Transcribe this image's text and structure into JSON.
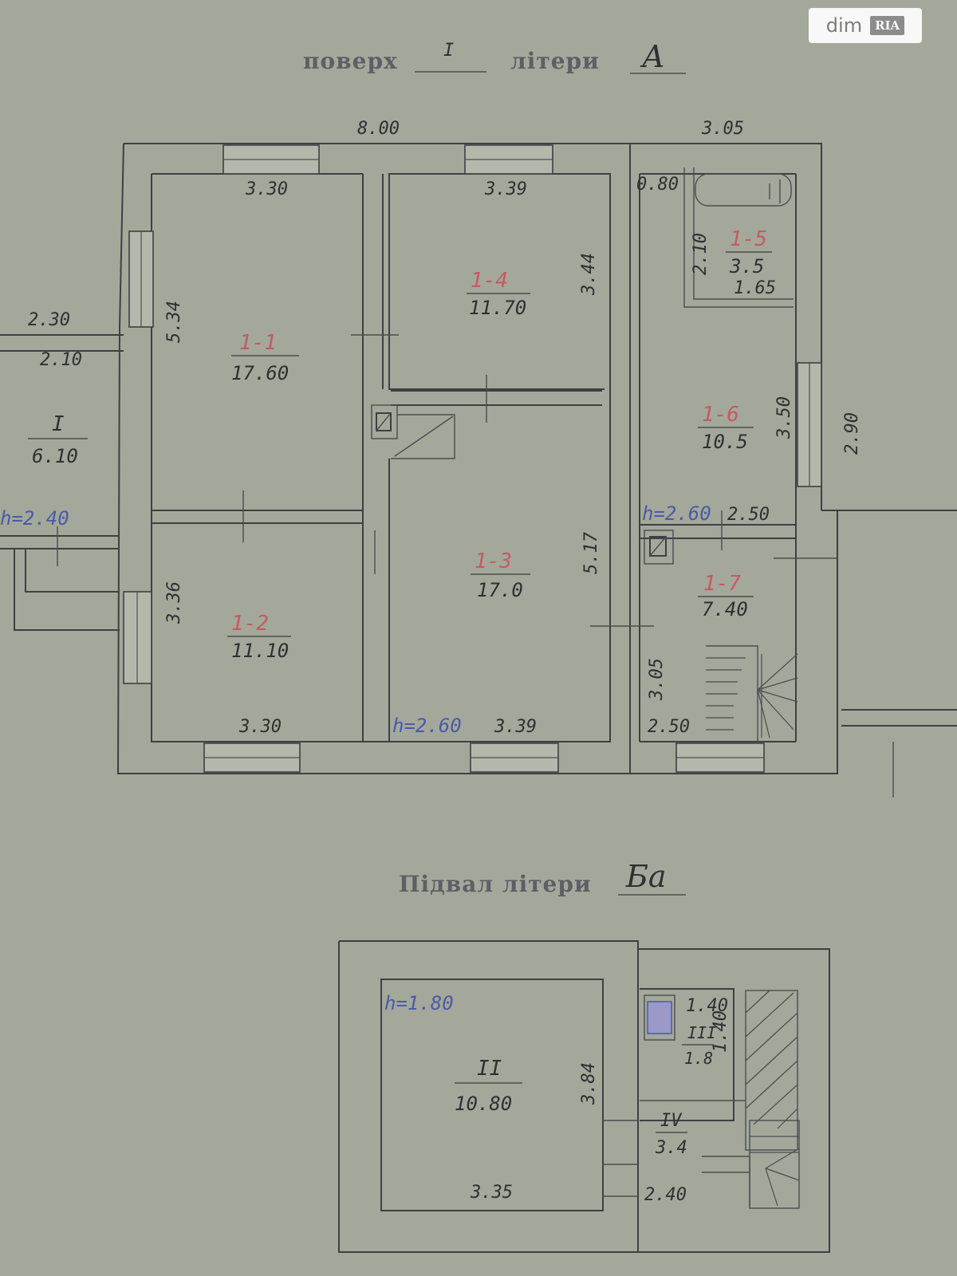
{
  "watermark": {
    "brand": "dim",
    "brand_badge": "RIA"
  },
  "floor_title": {
    "word_floor": "поверх",
    "floor_number": "I",
    "word_letter": "літери",
    "letter": "А"
  },
  "basement_title": {
    "text": "Підвал літери",
    "letter": "Ба"
  },
  "rooms": [
    {
      "id": "1-1",
      "area": "17.60"
    },
    {
      "id": "1-2",
      "area": "11.10"
    },
    {
      "id": "1-3",
      "area": "17.0"
    },
    {
      "id": "1-4",
      "area": "11.70"
    },
    {
      "id": "1-5",
      "area": "3.5"
    },
    {
      "id": "1-6",
      "area": "10.5"
    },
    {
      "id": "1-7",
      "area": "7.40"
    },
    {
      "id": "I",
      "area": "6.10"
    },
    {
      "id": "II",
      "area": "10.80"
    },
    {
      "id": "III",
      "area": "1.8"
    },
    {
      "id": "IV",
      "area": "3.4"
    }
  ],
  "dimensions": {
    "top_total": "8.00",
    "top_right": "3.05",
    "r11_top": "3.30",
    "r14_top": "3.39",
    "r15_left": "0.80",
    "r15_side": "2.10",
    "r15_bottom": "1.65",
    "r14_side": "3.44",
    "r11_side": "5.34",
    "porch_top": "2.30",
    "porch_inner": "2.10",
    "r16_side": "3.50",
    "outer_right": "2.90",
    "r17_top": "2.50",
    "r13_side": "5.17",
    "r12_side": "3.36",
    "r17_side": "3.05",
    "r12_bottom": "3.30",
    "r13_bottom": "3.39",
    "r17_bottom": "2.50",
    "b2_side": "3.84",
    "b2_bottom": "3.35",
    "b3_top": "1.40",
    "b3_side": "1.40",
    "b4_bottom": "2.40"
  },
  "heights": {
    "porch": "h=2.40",
    "r16": "h=2.60",
    "r13": "h=2.60",
    "basement": "h=1.80"
  },
  "colors": {
    "paper": "#a3a89a",
    "ink": "#2e3034",
    "room_id_red": "#c45a62",
    "height_blue": "#4b5aa8"
  }
}
